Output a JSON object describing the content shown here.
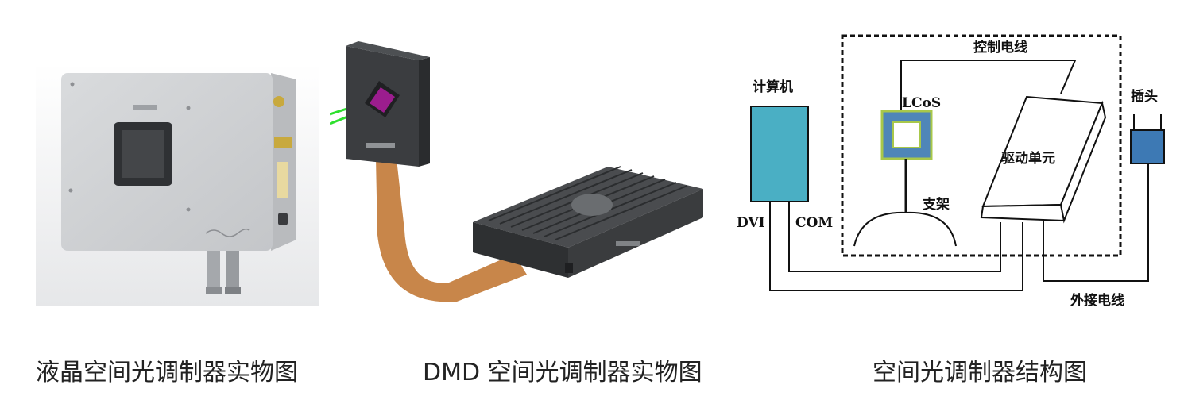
{
  "captions": {
    "lcos_photo": "液晶空间光调制器实物图",
    "dmd_photo": "DMD 空间光调制器实物图",
    "structure": "空间光调制器结构图"
  },
  "diagram": {
    "computer": "计算机",
    "control_line": "控制电线",
    "lcos": "LCoS",
    "plug": "插头",
    "driver_unit": "驱动单元",
    "stand": "支架",
    "dvi": "DVI",
    "com": "COM",
    "external_line": "外接电线"
  },
  "colors": {
    "computer_fill": "#4aafc4",
    "lcos_frame": "#4f86b8",
    "lcos_border": "#a8c84a",
    "plug_fill": "#3d79b4",
    "ribbon": "#c8864a",
    "laser": "#2ee02e",
    "chip": "#9b1d8e"
  }
}
